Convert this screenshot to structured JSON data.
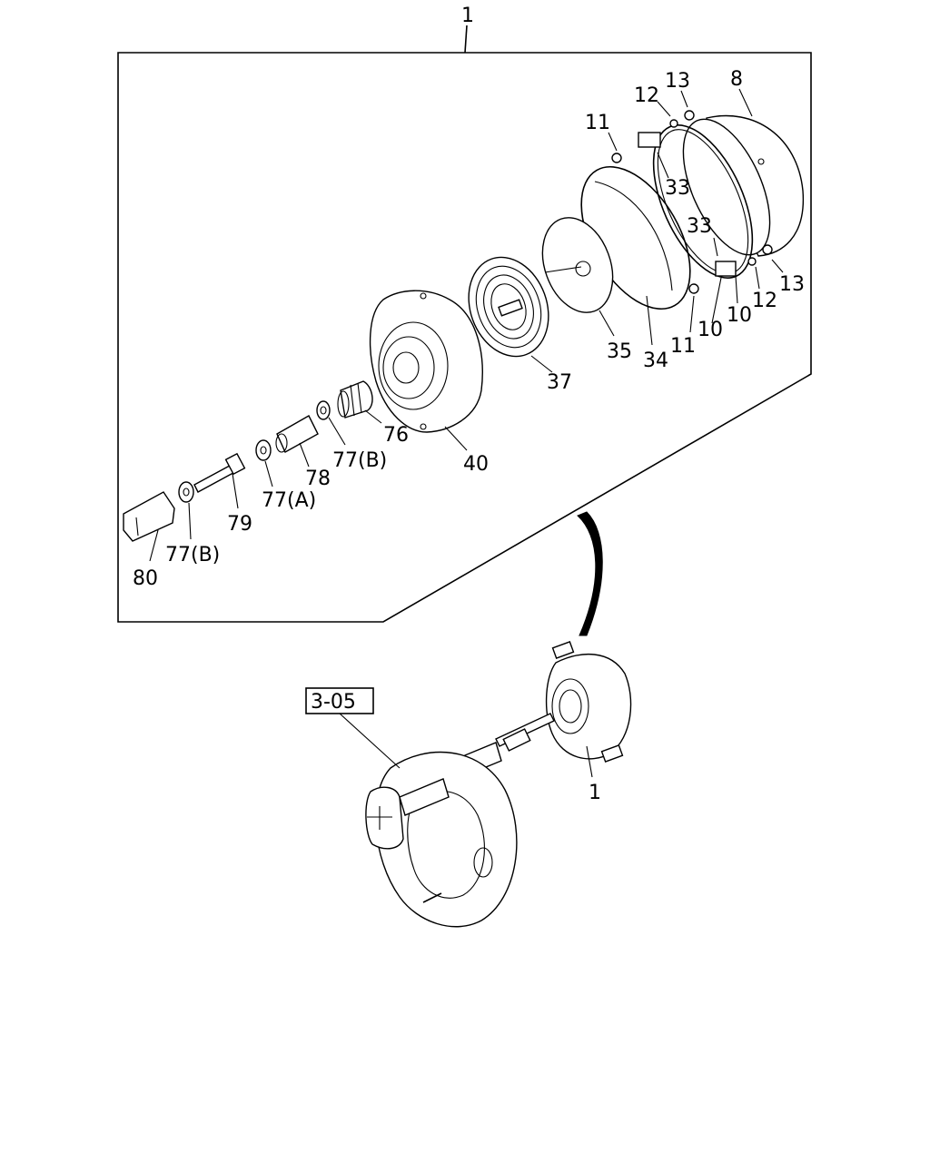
{
  "labels": {
    "l1_top": "1",
    "l1_bottom": "1",
    "l8": "8",
    "l13_top": "13",
    "l12_top": "12",
    "l11_top": "11",
    "l33_upper": "33",
    "l33_lower": "33",
    "l13_right": "13",
    "l12_right": "12",
    "l10_a": "10",
    "l10_b": "10",
    "l11_lower": "11",
    "l34": "34",
    "l35": "35",
    "l37": "37",
    "l40": "40",
    "l76": "76",
    "l77b_upper": "77(B)",
    "l78": "78",
    "l77a": "77(A)",
    "l79": "79",
    "l77b_lower": "77(B)",
    "l80": "80",
    "ref": "3-05"
  }
}
